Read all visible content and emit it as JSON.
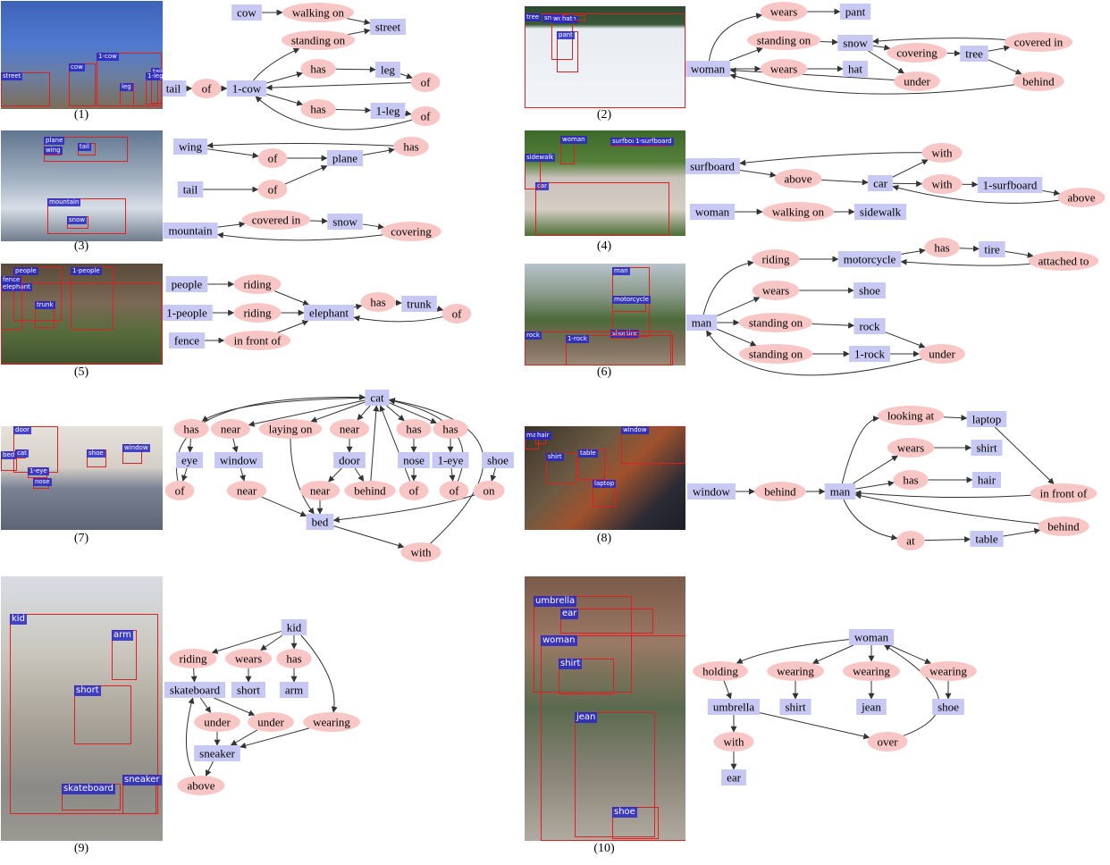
{
  "panels": [
    {
      "id": "p1",
      "caption": "(1)",
      "photo": {
        "bg": "linear-gradient(180deg,#3d63b7 0%,#4f7ad0 40%,#6c7ea0 70%,#7d6d57 100%)",
        "boxes": [
          {
            "label": "street"
          },
          {
            "label": "cow"
          },
          {
            "label": "1-cow"
          },
          {
            "label": "tail"
          },
          {
            "label": "leg"
          },
          {
            "label": "1-leg"
          }
        ]
      },
      "nodes": [
        {
          "id": "cow",
          "t": "obj",
          "label": "cow"
        },
        {
          "id": "walking_on",
          "t": "rel",
          "label": "walking on"
        },
        {
          "id": "street",
          "t": "obj",
          "label": "street"
        },
        {
          "id": "standing_on",
          "t": "rel",
          "label": "standing on"
        },
        {
          "id": "tail",
          "t": "obj",
          "label": "tail"
        },
        {
          "id": "of1",
          "t": "rel",
          "label": "of"
        },
        {
          "id": "cow1",
          "t": "obj",
          "label": "1-cow"
        },
        {
          "id": "has1",
          "t": "rel",
          "label": "has"
        },
        {
          "id": "leg",
          "t": "obj",
          "label": "leg"
        },
        {
          "id": "of2",
          "t": "rel",
          "label": "of"
        },
        {
          "id": "has2",
          "t": "rel",
          "label": "has"
        },
        {
          "id": "leg1",
          "t": "obj",
          "label": "1-leg"
        },
        {
          "id": "of3",
          "t": "rel",
          "label": "of"
        }
      ]
    },
    {
      "id": "p2",
      "caption": "(2)",
      "photo": {
        "bg": "linear-gradient(180deg,#2d4a2e 0%,#3a5a3a 18%,#e8edf2 22%,#f2f4f7 100%)",
        "boxes": [
          {
            "label": "tree"
          },
          {
            "label": "snow"
          },
          {
            "label": "woman"
          },
          {
            "label": "hat"
          },
          {
            "label": "pant"
          }
        ]
      },
      "nodes": [
        {
          "id": "wears1",
          "t": "rel",
          "label": "wears"
        },
        {
          "id": "pant",
          "t": "obj",
          "label": "pant"
        },
        {
          "id": "standing_on",
          "t": "rel",
          "label": "standing on"
        },
        {
          "id": "snow",
          "t": "obj",
          "label": "snow"
        },
        {
          "id": "covering",
          "t": "rel",
          "label": "covering"
        },
        {
          "id": "tree",
          "t": "obj",
          "label": "tree"
        },
        {
          "id": "covered_in",
          "t": "rel",
          "label": "covered in"
        },
        {
          "id": "woman",
          "t": "obj",
          "label": "woman"
        },
        {
          "id": "wears2",
          "t": "rel",
          "label": "wears"
        },
        {
          "id": "hat",
          "t": "obj",
          "label": "hat"
        },
        {
          "id": "under",
          "t": "rel",
          "label": "under"
        },
        {
          "id": "behind",
          "t": "rel",
          "label": "behind"
        }
      ]
    },
    {
      "id": "p3",
      "caption": "(3)",
      "photo": {
        "bg": "linear-gradient(180deg,#5f7590 0%,#a4b2c2 45%,#d8dee6 70%,#6f7c8c 100%)",
        "boxes": [
          {
            "label": "plane"
          },
          {
            "label": "wing"
          },
          {
            "label": "tail"
          },
          {
            "label": "mountain"
          },
          {
            "label": "snow"
          }
        ]
      },
      "nodes": [
        {
          "id": "wing",
          "t": "obj",
          "label": "wing"
        },
        {
          "id": "has",
          "t": "rel",
          "label": "has"
        },
        {
          "id": "of1",
          "t": "rel",
          "label": "of"
        },
        {
          "id": "plane",
          "t": "obj",
          "label": "plane"
        },
        {
          "id": "tail",
          "t": "obj",
          "label": "tail"
        },
        {
          "id": "of2",
          "t": "rel",
          "label": "of"
        },
        {
          "id": "mountain",
          "t": "obj",
          "label": "mountain"
        },
        {
          "id": "covered_in",
          "t": "rel",
          "label": "covered in"
        },
        {
          "id": "snow",
          "t": "obj",
          "label": "snow"
        },
        {
          "id": "covering",
          "t": "rel",
          "label": "covering"
        }
      ]
    },
    {
      "id": "p4",
      "caption": "(4)",
      "photo": {
        "bg": "linear-gradient(180deg,#3d6a2a 0%,#56803a 30%,#c9c2bb 45%,#d6cdc4 75%,#4c6e36 100%)",
        "boxes": [
          {
            "label": "car"
          },
          {
            "label": "woman"
          },
          {
            "label": "surfboard"
          },
          {
            "label": "1-surfboard"
          },
          {
            "label": "sidewalk"
          }
        ]
      },
      "nodes": [
        {
          "id": "surfboard",
          "t": "obj",
          "label": "surfboard"
        },
        {
          "id": "with1",
          "t": "rel",
          "label": "with"
        },
        {
          "id": "above1",
          "t": "rel",
          "label": "above"
        },
        {
          "id": "car",
          "t": "obj",
          "label": "car"
        },
        {
          "id": "with2",
          "t": "rel",
          "label": "with"
        },
        {
          "id": "surfboard1",
          "t": "obj",
          "label": "1-surfboard"
        },
        {
          "id": "above2",
          "t": "rel",
          "label": "above"
        },
        {
          "id": "woman",
          "t": "obj",
          "label": "woman"
        },
        {
          "id": "walking_on",
          "t": "rel",
          "label": "walking on"
        },
        {
          "id": "sidewalk",
          "t": "obj",
          "label": "sidewalk"
        }
      ]
    },
    {
      "id": "p5",
      "caption": "(5)",
      "photo": {
        "bg": "linear-gradient(180deg,#5a4a3a 0%,#7b6a55 40%,#556b3a 70%,#3f5230 100%)",
        "boxes": [
          {
            "label": "people"
          },
          {
            "label": "1-people"
          },
          {
            "label": "elephant"
          },
          {
            "label": "fence"
          },
          {
            "label": "trunk"
          }
        ]
      },
      "nodes": [
        {
          "id": "people",
          "t": "obj",
          "label": "people"
        },
        {
          "id": "riding1",
          "t": "rel",
          "label": "riding"
        },
        {
          "id": "people1",
          "t": "obj",
          "label": "1-people"
        },
        {
          "id": "riding2",
          "t": "rel",
          "label": "riding"
        },
        {
          "id": "elephant",
          "t": "obj",
          "label": "elephant"
        },
        {
          "id": "has",
          "t": "rel",
          "label": "has"
        },
        {
          "id": "trunk",
          "t": "obj",
          "label": "trunk"
        },
        {
          "id": "of",
          "t": "rel",
          "label": "of"
        },
        {
          "id": "fence",
          "t": "obj",
          "label": "fence"
        },
        {
          "id": "in_front_of",
          "t": "rel",
          "label": "in front of"
        }
      ]
    },
    {
      "id": "p6",
      "caption": "(6)",
      "photo": {
        "bg": "linear-gradient(180deg,#b8c4cc 0%,#8a9a8a 30%,#4e6a3a 55%,#7c6d5c 80%,#9a8a76 100%)",
        "boxes": [
          {
            "label": "man"
          },
          {
            "label": "motorcycle"
          },
          {
            "label": "shoe"
          },
          {
            "label": "tire"
          },
          {
            "label": "rock"
          },
          {
            "label": "1-rock"
          }
        ]
      },
      "nodes": [
        {
          "id": "riding",
          "t": "rel",
          "label": "riding"
        },
        {
          "id": "motorcycle",
          "t": "obj",
          "label": "motorcycle"
        },
        {
          "id": "has",
          "t": "rel",
          "label": "has"
        },
        {
          "id": "tire",
          "t": "obj",
          "label": "tire"
        },
        {
          "id": "attached_to",
          "t": "rel",
          "label": "attached to"
        },
        {
          "id": "wears",
          "t": "rel",
          "label": "wears"
        },
        {
          "id": "shoe",
          "t": "obj",
          "label": "shoe"
        },
        {
          "id": "man",
          "t": "obj",
          "label": "man"
        },
        {
          "id": "standing_on1",
          "t": "rel",
          "label": "standing on"
        },
        {
          "id": "rock",
          "t": "obj",
          "label": "rock"
        },
        {
          "id": "standing_on2",
          "t": "rel",
          "label": "standing on"
        },
        {
          "id": "rock1",
          "t": "obj",
          "label": "1-rock"
        },
        {
          "id": "under",
          "t": "rel",
          "label": "under"
        }
      ]
    },
    {
      "id": "p7",
      "caption": "(7)",
      "photo": {
        "bg": "linear-gradient(180deg,#e6e2dc 0%,#d4cec6 40%,#7a8294 60%,#5c6476 100%)",
        "boxes": [
          {
            "label": "door"
          },
          {
            "label": "bed"
          },
          {
            "label": "cat"
          },
          {
            "label": "1-eye"
          },
          {
            "label": "nose"
          },
          {
            "label": "shoe"
          },
          {
            "label": "window"
          }
        ]
      },
      "nodes": [
        {
          "id": "cat",
          "t": "obj",
          "label": "cat"
        },
        {
          "id": "has1",
          "t": "rel",
          "label": "has"
        },
        {
          "id": "near1",
          "t": "rel",
          "label": "near"
        },
        {
          "id": "laying_on",
          "t": "rel",
          "label": "laying on"
        },
        {
          "id": "near2",
          "t": "rel",
          "label": "near"
        },
        {
          "id": "has2",
          "t": "rel",
          "label": "has"
        },
        {
          "id": "has3",
          "t": "rel",
          "label": "has"
        },
        {
          "id": "eye",
          "t": "obj",
          "label": "eye"
        },
        {
          "id": "window",
          "t": "obj",
          "label": "window"
        },
        {
          "id": "door",
          "t": "obj",
          "label": "door"
        },
        {
          "id": "nose",
          "t": "obj",
          "label": "nose"
        },
        {
          "id": "eye1",
          "t": "obj",
          "label": "1-eye"
        },
        {
          "id": "shoe",
          "t": "obj",
          "label": "shoe"
        },
        {
          "id": "of1",
          "t": "rel",
          "label": "of"
        },
        {
          "id": "near3",
          "t": "rel",
          "label": "near"
        },
        {
          "id": "near4",
          "t": "rel",
          "label": "near"
        },
        {
          "id": "behind",
          "t": "rel",
          "label": "behind"
        },
        {
          "id": "of2",
          "t": "rel",
          "label": "of"
        },
        {
          "id": "of3",
          "t": "rel",
          "label": "of"
        },
        {
          "id": "on",
          "t": "rel",
          "label": "on"
        },
        {
          "id": "bed",
          "t": "obj",
          "label": "bed"
        },
        {
          "id": "with",
          "t": "rel",
          "label": "with"
        }
      ]
    },
    {
      "id": "p8",
      "caption": "(8)",
      "photo": {
        "bg": "linear-gradient(135deg,#3a3328 0%,#6b5a44 35%,#a0522d 55%,#2b2b35 80%,#1e1e28 100%)",
        "boxes": [
          {
            "label": "man"
          },
          {
            "label": "hair"
          },
          {
            "label": "window"
          },
          {
            "label": "shirt"
          },
          {
            "label": "table"
          },
          {
            "label": "laptop"
          }
        ]
      },
      "nodes": [
        {
          "id": "looking_at",
          "t": "rel",
          "label": "looking at"
        },
        {
          "id": "laptop",
          "t": "obj",
          "label": "laptop"
        },
        {
          "id": "wears",
          "t": "rel",
          "label": "wears"
        },
        {
          "id": "shirt",
          "t": "obj",
          "label": "shirt"
        },
        {
          "id": "window",
          "t": "obj",
          "label": "window"
        },
        {
          "id": "behind1",
          "t": "rel",
          "label": "behind"
        },
        {
          "id": "man",
          "t": "obj",
          "label": "man"
        },
        {
          "id": "has",
          "t": "rel",
          "label": "has"
        },
        {
          "id": "hair",
          "t": "obj",
          "label": "hair"
        },
        {
          "id": "in_front_of",
          "t": "rel",
          "label": "in front of"
        },
        {
          "id": "behind2",
          "t": "rel",
          "label": "behind"
        },
        {
          "id": "at",
          "t": "rel",
          "label": "at"
        },
        {
          "id": "table",
          "t": "obj",
          "label": "table"
        }
      ]
    },
    {
      "id": "p9",
      "caption": "(9)",
      "photo": {
        "bg": "linear-gradient(180deg,#d8dde4 0%,#c9c5bc 30%,#a9a398 55%,#8b8a86 80%,#9c9892 100%)",
        "boxes": [
          {
            "label": "kid"
          },
          {
            "label": "arm"
          },
          {
            "label": "short"
          },
          {
            "label": "skateboard"
          },
          {
            "label": "sneaker"
          }
        ]
      },
      "nodes": [
        {
          "id": "kid",
          "t": "obj",
          "label": "kid"
        },
        {
          "id": "riding",
          "t": "rel",
          "label": "riding"
        },
        {
          "id": "wears",
          "t": "rel",
          "label": "wears"
        },
        {
          "id": "has",
          "t": "rel",
          "label": "has"
        },
        {
          "id": "skateboard",
          "t": "obj",
          "label": "skateboard"
        },
        {
          "id": "short",
          "t": "obj",
          "label": "short"
        },
        {
          "id": "arm",
          "t": "obj",
          "label": "arm"
        },
        {
          "id": "under1",
          "t": "rel",
          "label": "under"
        },
        {
          "id": "under2",
          "t": "rel",
          "label": "under"
        },
        {
          "id": "wearing",
          "t": "rel",
          "label": "wearing"
        },
        {
          "id": "sneaker",
          "t": "obj",
          "label": "sneaker"
        },
        {
          "id": "above",
          "t": "rel",
          "label": "above"
        }
      ]
    },
    {
      "id": "p10",
      "caption": "(10)",
      "photo": {
        "bg": "linear-gradient(180deg,#7a5a48 0%,#9a7a66 25%,#5a6a4e 50%,#8a8478 75%,#b0aaa0 100%)",
        "boxes": [
          {
            "label": "umbrella"
          },
          {
            "label": "ear"
          },
          {
            "label": "woman"
          },
          {
            "label": "shirt"
          },
          {
            "label": "jean"
          },
          {
            "label": "shoe"
          }
        ]
      },
      "nodes": [
        {
          "id": "woman",
          "t": "obj",
          "label": "woman"
        },
        {
          "id": "holding",
          "t": "rel",
          "label": "holding"
        },
        {
          "id": "wearing1",
          "t": "rel",
          "label": "wearing"
        },
        {
          "id": "wearing2",
          "t": "rel",
          "label": "wearing"
        },
        {
          "id": "wearing3",
          "t": "rel",
          "label": "wearing"
        },
        {
          "id": "umbrella",
          "t": "obj",
          "label": "umbrella"
        },
        {
          "id": "shirt",
          "t": "obj",
          "label": "shirt"
        },
        {
          "id": "jean",
          "t": "obj",
          "label": "jean"
        },
        {
          "id": "shoe",
          "t": "obj",
          "label": "shoe"
        },
        {
          "id": "with",
          "t": "rel",
          "label": "with"
        },
        {
          "id": "over",
          "t": "rel",
          "label": "over"
        },
        {
          "id": "ear",
          "t": "obj",
          "label": "ear"
        }
      ]
    }
  ]
}
